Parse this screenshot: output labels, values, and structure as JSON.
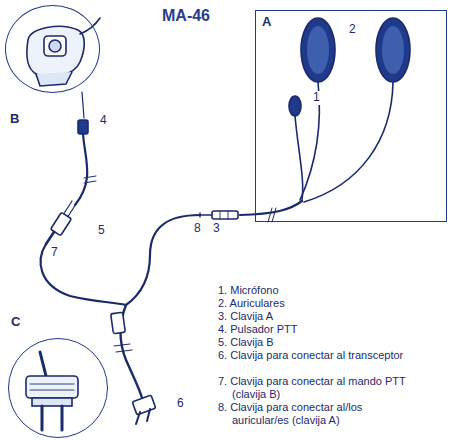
{
  "diagram": {
    "title": "MA-46",
    "nodes": [
      {
        "text": [
          "A"
        ]
      },
      {
        "text": [
          "B"
        ]
      },
      {
        "text": [
          "C"
        ]
      }
    ],
    "labels": [
      "1",
      "2",
      "3",
      "4",
      "5",
      "6",
      "7",
      "8",
      "1. Micrófono",
      "2. Auriculares",
      "3. Clavija A",
      "4. Pulsador PTT",
      "5. Clavija B",
      "6. Clavija para conectar al transceptor",
      "7. Clavija para conectar al mando PTT (clavija B)",
      "8. Clavija para conectar al/los auricular/es (clavija A)"
    ]
  }
}
